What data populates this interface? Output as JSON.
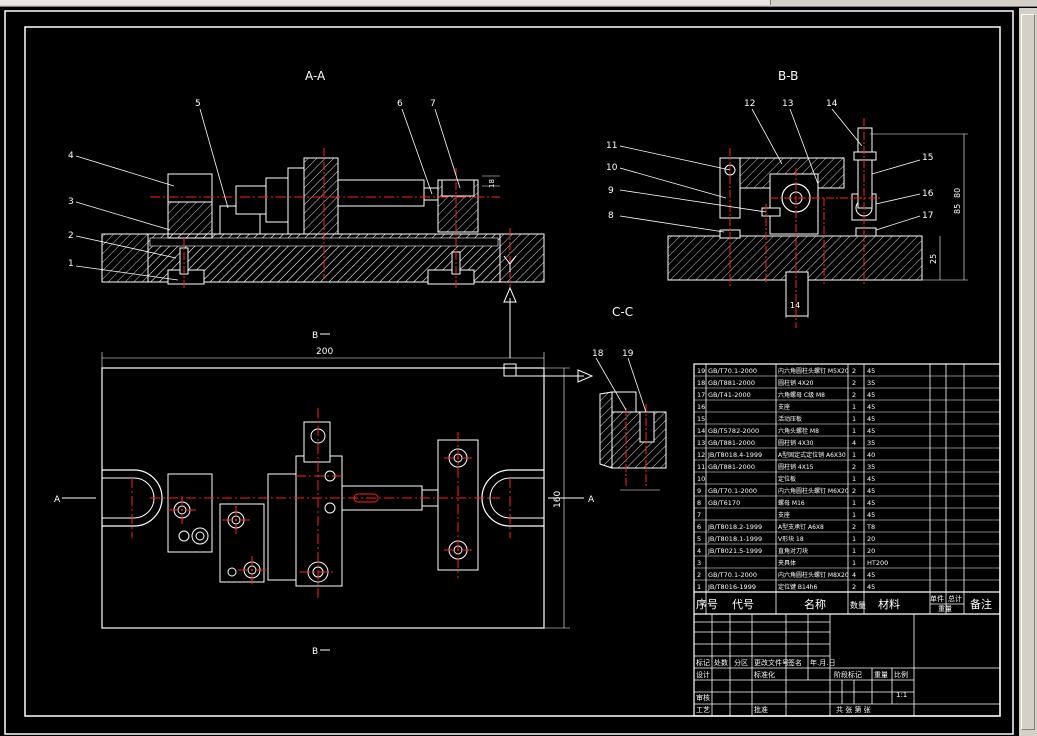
{
  "views": {
    "aa": "A-A",
    "bb": "B-B",
    "cc": "C-C",
    "section_b_top": "B",
    "section_b_bottom": "B",
    "section_a_left": "A",
    "section_a_right": "A"
  },
  "balloons_aa": [
    "1",
    "2",
    "3",
    "4",
    "5",
    "6",
    "7"
  ],
  "balloons_bb": [
    "8",
    "9",
    "10",
    "11",
    "12",
    "13",
    "14",
    "15",
    "16",
    "17"
  ],
  "balloons_cc": [
    "18",
    "19"
  ],
  "dims": {
    "length_200": "200",
    "height_160": "160",
    "width_14": "14",
    "height_25": "25",
    "height_80": "80",
    "height_85": "85",
    "small_18": "18"
  },
  "parts_list": {
    "rows": [
      {
        "no": "19",
        "code": "GB/T70.1-2000",
        "name": "内六角圆柱头螺钉 M5X20",
        "qty": "2",
        "mat": "45"
      },
      {
        "no": "18",
        "code": "GB/T881-2000",
        "name": "圆柱销 4X20",
        "qty": "2",
        "mat": "35"
      },
      {
        "no": "17",
        "code": "GB/T41-2000",
        "name": "六角螺母 C级 M8",
        "qty": "2",
        "mat": "45"
      },
      {
        "no": "16",
        "code": "",
        "name": "支座",
        "qty": "1",
        "mat": "45"
      },
      {
        "no": "15",
        "code": "",
        "name": "活动压板",
        "qty": "1",
        "mat": "45"
      },
      {
        "no": "14",
        "code": "GB/T5782-2000",
        "name": "六角头螺栓 M8",
        "qty": "1",
        "mat": "45"
      },
      {
        "no": "13",
        "code": "GB/T881-2000",
        "name": "圆柱销 4X30",
        "qty": "4",
        "mat": "35"
      },
      {
        "no": "12",
        "code": "JB/T8018.4-1999",
        "name": "A型固定式定位销 A6X30",
        "qty": "1",
        "mat": "40"
      },
      {
        "no": "11",
        "code": "GB/T881-2000",
        "name": "圆柱销 4X15",
        "qty": "2",
        "mat": "35"
      },
      {
        "no": "10",
        "code": "",
        "name": "定位板",
        "qty": "1",
        "mat": "45"
      },
      {
        "no": "9",
        "code": "GB/T70.1-2000",
        "name": "内六角圆柱头螺钉 M6X20",
        "qty": "2",
        "mat": "45"
      },
      {
        "no": "8",
        "code": "GB/T6170",
        "name": "螺母 M16",
        "qty": "1",
        "mat": "45"
      },
      {
        "no": "7",
        "code": "",
        "name": "支座",
        "qty": "1",
        "mat": "45"
      },
      {
        "no": "6",
        "code": "JB/T8018.2-1999",
        "name": "A型支承钉 A6X8",
        "qty": "2",
        "mat": "T8"
      },
      {
        "no": "5",
        "code": "JB/T8018.1-1999",
        "name": "V形块 18",
        "qty": "1",
        "mat": "20"
      },
      {
        "no": "4",
        "code": "JB/T8021.5-1999",
        "name": "直角对刀块",
        "qty": "1",
        "mat": "20"
      },
      {
        "no": "3",
        "code": "",
        "name": "夹具体",
        "qty": "1",
        "mat": "HT200"
      },
      {
        "no": "2",
        "code": "GB/T70.1-2000",
        "name": "内六角圆柱头螺钉 M8X20",
        "qty": "4",
        "mat": "45"
      },
      {
        "no": "1",
        "code": "JB/T8016-1999",
        "name": "定位键 B14h6",
        "qty": "2",
        "mat": "45"
      }
    ],
    "header": {
      "no": "序号",
      "code": "代号",
      "name": "名称",
      "qty": "数量",
      "mat": "材料",
      "unit": "单件",
      "total": "总计",
      "weight": "重量",
      "note": "备注"
    }
  },
  "title_block": {
    "marks": "标记",
    "count": "处数",
    "zone": "分区",
    "change_doc": "更改文件号",
    "sign": "签名",
    "date": "年.月.日",
    "design": "设计",
    "standardize": "标准化",
    "stage": "阶段标记",
    "weight": "重量",
    "scale": "比例",
    "scale_value": "1:1",
    "review": "审核",
    "process": "工艺",
    "approve": "批准",
    "sheets": "共 张 第 张"
  },
  "colors": {
    "line": "#ffffff",
    "center": "#ff2020",
    "hatch": "#ffffff",
    "balloon": "#ffffff"
  }
}
